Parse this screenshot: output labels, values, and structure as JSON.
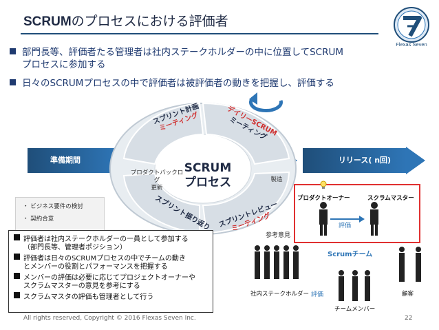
{
  "slide": {
    "title_bold": "SCRUM",
    "title_rest": "のプロセスにおける評価者",
    "logo_text": "Flexas Seven",
    "bullets": [
      "部門長等、評価者たる管理者は社内ステークホルダーの中に位置してSCRUM",
      "プロセスに参加する",
      "日々のSCRUMプロセスの中で評価者は被評価者の動きを把握し、評価する"
    ]
  },
  "diagram": {
    "prep_period": "準備期間",
    "release": "リリース( n回)",
    "center_line1": "SCRUM",
    "center_line2": "プロセス",
    "phase_sprint_plan_1": "スプリント計画",
    "phase_sprint_plan_2": "ミーティング",
    "phase_daily_1": "デイリーSCRUM",
    "phase_daily_2": "ミーティング",
    "phase_backlog_1": "プロダクトバックログ",
    "phase_backlog_2": "更新",
    "phase_build": "製造",
    "phase_review_1": "スプリントレビュー",
    "phase_review_2": "ミーティング",
    "phase_retro": "スプリント振り返り",
    "prep_items": [
      "・ ビジネス要件の検討",
      "・ 契約合意"
    ],
    "product_owner": "プロダクトオーナー",
    "scrum_master": "スクラムマスター",
    "eval_label_1": "評価",
    "sankou": "参考意見",
    "scrum_team": "Scrumチーム",
    "stakeholder": "社内ステークホルダー",
    "eval_label_2": "評価",
    "team_member": "チームメンバー",
    "customer": "顧客"
  },
  "notes": [
    "評価者は社内ステークホルダーの一員として参加する",
    "（部門長等、管理者ポジション）",
    "評価者は日々のSCRUMプロセスの中でチームの動き",
    "とメンバーの役割とパフォーマンスを把握する",
    "メンバーの評価は必要に応じてプロジェクトオーナーや",
    "スクラムマスターの意見を参考にする",
    "スクラムマスタの評価も管理者として行う"
  ],
  "footer": {
    "copyright": "All rights reserved, Copyright © 2016 Flexas Seven Inc.",
    "page": "22"
  },
  "colors": {
    "navy": "#1f4e79",
    "band": "#2e75b6",
    "cycle": "#c9d3dc",
    "highlight_red": "#e03030"
  },
  "icons": [
    "lightbulb-icon",
    "person-icon",
    "refresh-arrow-icon"
  ]
}
